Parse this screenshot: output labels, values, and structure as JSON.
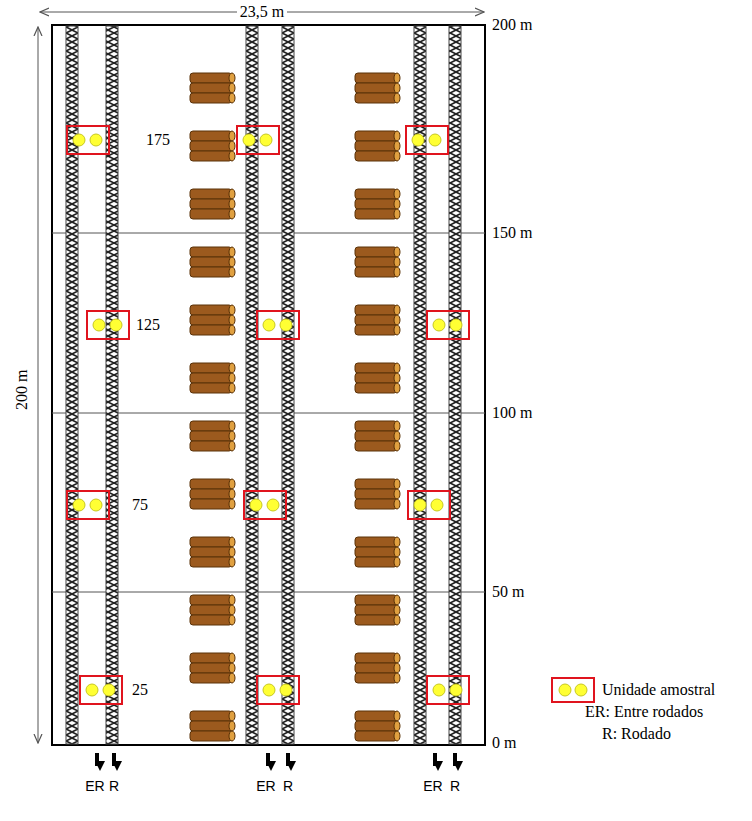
{
  "diagram": {
    "labels": [
      "23,5 m",
      "200 m",
      "200 m",
      "150 m",
      "100 m",
      "50 m",
      "0 m",
      "175",
      "125",
      "75",
      "25",
      "ER",
      "R",
      "ER",
      "R",
      "ER",
      "R"
    ],
    "legend": [
      {
        "text": "Unidade amostral"
      },
      {
        "text": "ER: Entre rodados"
      },
      {
        "text": "R: Rodado"
      }
    ]
  }
}
